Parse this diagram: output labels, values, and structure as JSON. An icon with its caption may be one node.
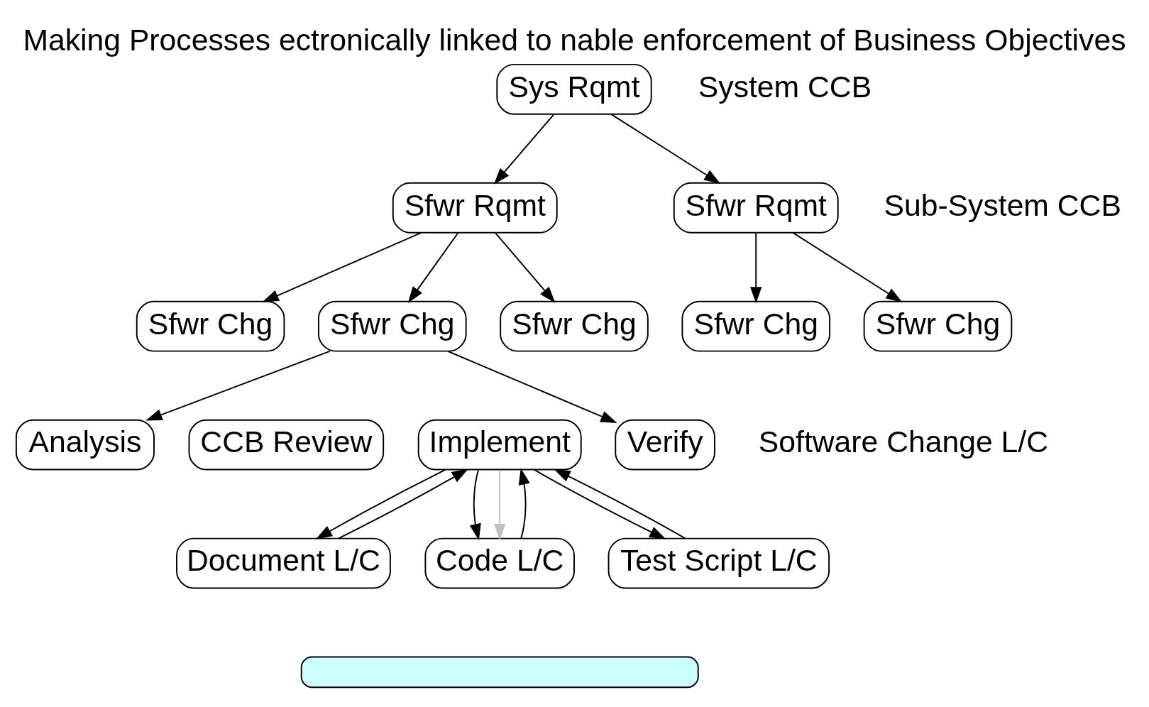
{
  "diagram": {
    "title": "Making Processes ectronically linked to nable enforcement of Business Objectives",
    "nodes": [
      {
        "text": [
          "Sys Rqmt"
        ]
      },
      {
        "text": [
          "Sfwr Rqmt"
        ]
      },
      {
        "text": [
          "Sfwr Rqmt"
        ]
      },
      {
        "text": [
          "Sfwr Chg"
        ]
      },
      {
        "text": [
          "Sfwr Chg"
        ]
      },
      {
        "text": [
          "Sfwr Chg"
        ]
      },
      {
        "text": [
          "Sfwr Chg"
        ]
      },
      {
        "text": [
          "Sfwr Chg"
        ]
      },
      {
        "text": [
          "Analysis"
        ]
      },
      {
        "text": [
          "CCB Review"
        ]
      },
      {
        "text": [
          "Implement"
        ]
      },
      {
        "text": [
          "Verify"
        ]
      },
      {
        "text": [
          "Document L/C"
        ]
      },
      {
        "text": [
          "Code L/C"
        ]
      },
      {
        "text": [
          "Test Script L/C"
        ]
      },
      {
        "text": [],
        "shape": "box"
      }
    ],
    "edges": [
      {
        "from": 0,
        "to": 1,
        "arrow": "to"
      },
      {
        "from": 0,
        "to": 2,
        "arrow": "to"
      },
      {
        "from": 1,
        "to": 3,
        "arrow": "to"
      },
      {
        "from": 1,
        "to": 4,
        "arrow": "to"
      },
      {
        "from": 1,
        "to": 5,
        "arrow": "to"
      },
      {
        "from": 2,
        "to": 6,
        "arrow": "to"
      },
      {
        "from": 2,
        "to": 7,
        "arrow": "to"
      },
      {
        "from": 4,
        "to": 8,
        "arrow": "to"
      },
      {
        "from": 4,
        "to": 11,
        "arrow": "to"
      },
      {
        "from": 10,
        "to": 12,
        "arrow": "to"
      },
      {
        "from": 12,
        "to": 10,
        "arrow": "to"
      },
      {
        "from": 10,
        "to": 13,
        "arrow": "to"
      },
      {
        "from": 10,
        "to": 13,
        "arrow": "to",
        "color": "#c0c0c0"
      },
      {
        "from": 13,
        "to": 10,
        "arrow": "to"
      },
      {
        "from": 10,
        "to": 14,
        "arrow": "to"
      },
      {
        "from": 14,
        "to": 10,
        "arrow": "to"
      }
    ],
    "labels": [
      "System CCB",
      "Sub-System CCB",
      "Software Change L/C"
    ]
  }
}
